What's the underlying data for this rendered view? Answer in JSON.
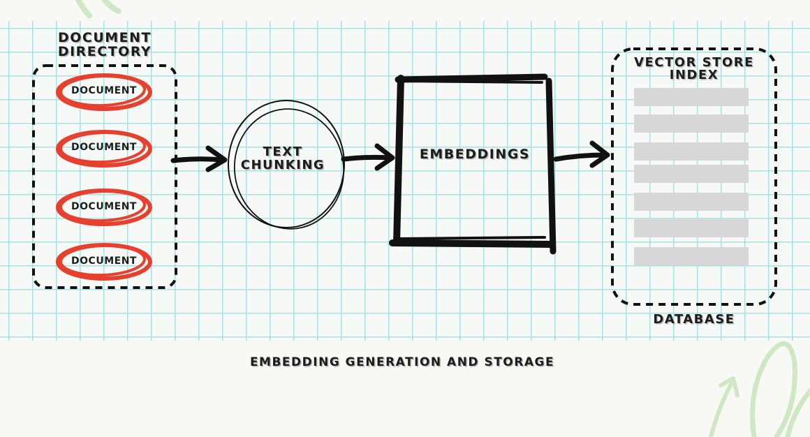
{
  "source_group": {
    "title_line1": "DOCUMENT",
    "title_line2": "DIRECTORY",
    "documents": [
      "DOCUMENT",
      "DOCUMENT",
      "DOCUMENT",
      "DOCUMENT"
    ]
  },
  "chunking": {
    "line1": "TEXT",
    "line2": "CHUNKING"
  },
  "embeddings": {
    "label": "EMBEDDINGS"
  },
  "vector_store": {
    "title_line1": "VECTOR STORE",
    "title_line2": "INDEX",
    "row_count": 7,
    "caption": "DATABASE"
  },
  "caption": "EMBEDDING GENERATION AND STORAGE",
  "colors": {
    "ink": "#111111",
    "highlight_red": "#e8402f",
    "grid_line": "#a9e0e4",
    "store_row": "#d7d7d7",
    "decor_green": "#cfe8c4"
  }
}
